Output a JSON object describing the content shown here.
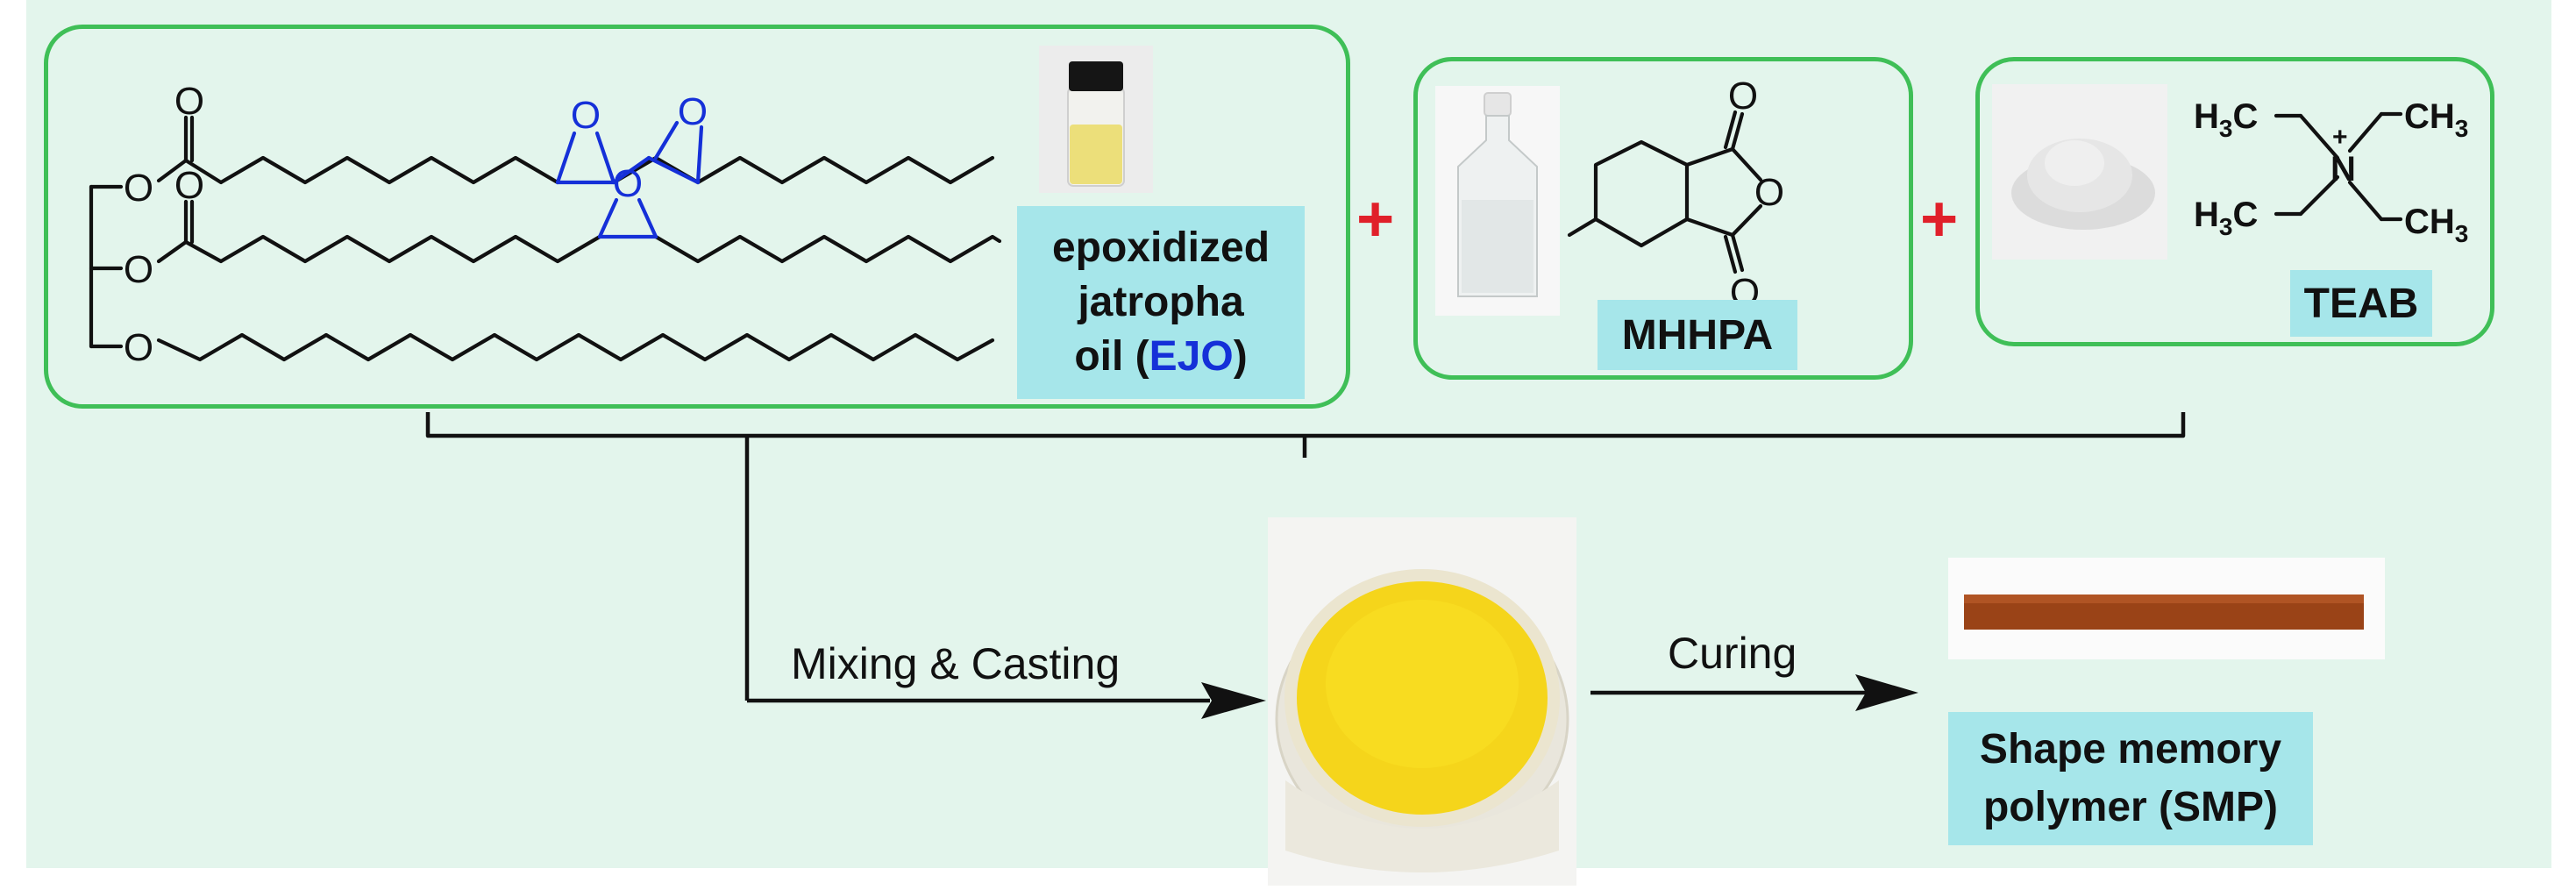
{
  "panels": {
    "ejo": {
      "label_lines": [
        "epoxidized",
        "jatropha"
      ],
      "label_line3_prefix": "oil (",
      "label_line3_abbr": "EJO",
      "label_line3_suffix": ")",
      "atoms": {
        "o1": "O",
        "o2": "O",
        "o3": "O",
        "o4": "O",
        "o5": "O",
        "o6": "O",
        "o7": "O",
        "o8": "O"
      }
    },
    "mhhpa": {
      "label": "MHHPA",
      "atoms": {
        "o_top": "O",
        "o_ring": "O",
        "o_bottom": "O"
      }
    },
    "teab": {
      "label": "TEAB",
      "formula": {
        "h3c_left_top": "H",
        "h3c_left_bottom": "H",
        "ch3_right_top": "CH",
        "ch3_right_bottom": "CH",
        "sub3": "3",
        "c": "C",
        "n": "N",
        "charge": "+"
      }
    }
  },
  "plus_signs": [
    "+",
    "+"
  ],
  "steps": {
    "mixing": "Mixing & Casting",
    "curing": "Curing"
  },
  "product": {
    "label_line1": "Shape memory",
    "label_line2": "polymer (SMP)"
  },
  "colors": {
    "background": "#e3f5ec",
    "panel_border": "#3fbf57",
    "label_box": "#a6e6ea",
    "epoxide_blue": "#1530d8",
    "plus_red": "#e0202a",
    "smp_strip": "#9a4317",
    "resin_yellow": "#f7d40a"
  }
}
